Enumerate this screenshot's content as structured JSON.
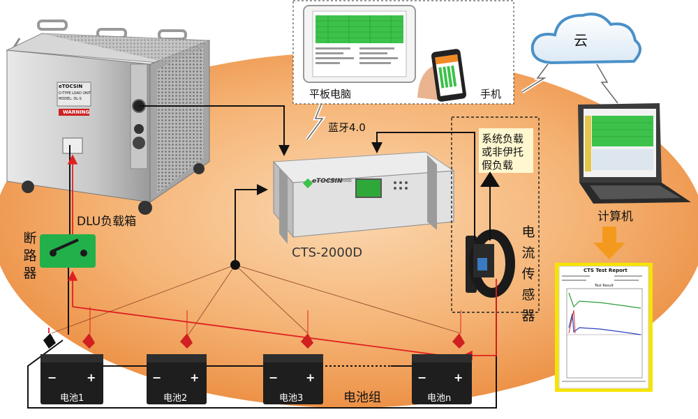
{
  "cloud": {
    "label": "云"
  },
  "tablet": {
    "label": "平板电脑"
  },
  "phone": {
    "label": "手机"
  },
  "laptop": {
    "label": "计算机"
  },
  "bluetooth": {
    "label": "蓝牙4.0"
  },
  "dlu": {
    "label": "DLU负载箱",
    "brand": "eTOCSIN",
    "plate_lines": [
      "D-TYPE LOAD UNIT",
      "MODEL: DL-S"
    ],
    "warning": "WARNING"
  },
  "breaker": {
    "label": "断路器"
  },
  "device": {
    "label": "CTS-2000D",
    "brand": "eTOCSIN",
    "model_plate": "CTS-2000D"
  },
  "load_note": {
    "lines": [
      "系统负载",
      "或非伊托",
      "假负载"
    ]
  },
  "sensor": {
    "label": "电流传感器"
  },
  "battery_group": {
    "label": "电池组"
  },
  "batteries": [
    {
      "label": "电池1",
      "minus": "−",
      "plus": "+"
    },
    {
      "label": "电池2",
      "minus": "−",
      "plus": "+"
    },
    {
      "label": "电池3",
      "minus": "−",
      "plus": "+"
    },
    {
      "label": "电池n",
      "minus": "−",
      "plus": "+"
    }
  ],
  "report": {
    "title": "CTS Test Report",
    "chart_title": "Test Result"
  },
  "colors": {
    "background_ellipse": "#f2a55c",
    "wire_red": "#e02020",
    "wire_black": "#111111",
    "breaker_green": "#22b04b",
    "cloud_blue": "#4a90c8",
    "arrow_orange": "#f39a1e",
    "lcd_green": "#3cc24a"
  }
}
